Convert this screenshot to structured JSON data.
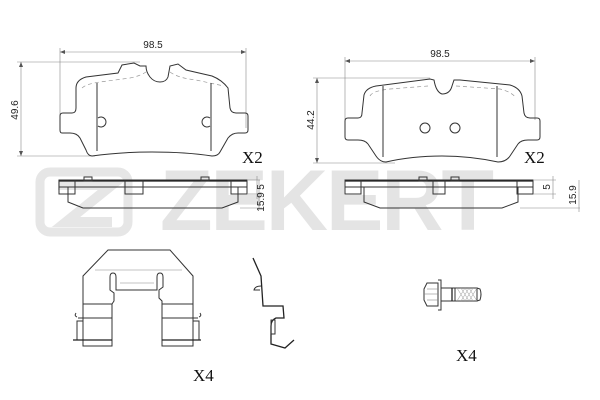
{
  "brand": {
    "watermark": "ZEKERT",
    "watermark_color": "#e4e4e4"
  },
  "pad_left": {
    "width_label": "98.5",
    "height_label": "49.6",
    "quantity": "X2",
    "side_view": {
      "thickness_label": "15.9",
      "backplate_label": "5"
    }
  },
  "pad_right": {
    "width_label": "98.5",
    "height_label": "44.2",
    "quantity": "X2",
    "side_view": {
      "thickness_label": "15.9",
      "backplate_label": "5"
    }
  },
  "accessories": [
    {
      "name": "anti-rattle-clip",
      "quantity": "X4"
    },
    {
      "name": "spring-wire",
      "quantity": ""
    },
    {
      "name": "caliper-bolt",
      "quantity": "X4"
    }
  ],
  "colors": {
    "line": "#333333",
    "dimension": "#888888",
    "background": "#ffffff"
  }
}
